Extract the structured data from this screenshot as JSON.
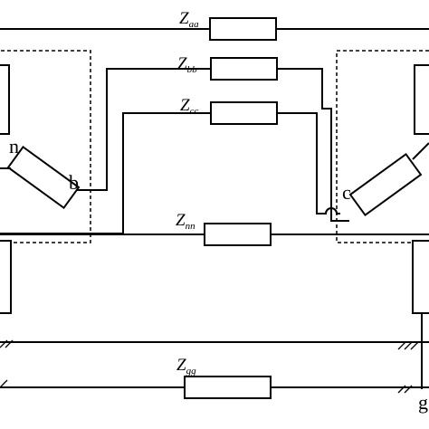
{
  "impedances": {
    "aa": {
      "main": "Z",
      "sub": "aa"
    },
    "bb": {
      "main": "Z",
      "sub": "bb"
    },
    "cc": {
      "main": "Z",
      "sub": "cc"
    },
    "nn": {
      "main": "Z",
      "sub": "nn"
    },
    "gg": {
      "main": "Z",
      "sub": "gg"
    }
  },
  "nodes": {
    "n": "n",
    "b": "b",
    "c": "c",
    "g": "g"
  }
}
